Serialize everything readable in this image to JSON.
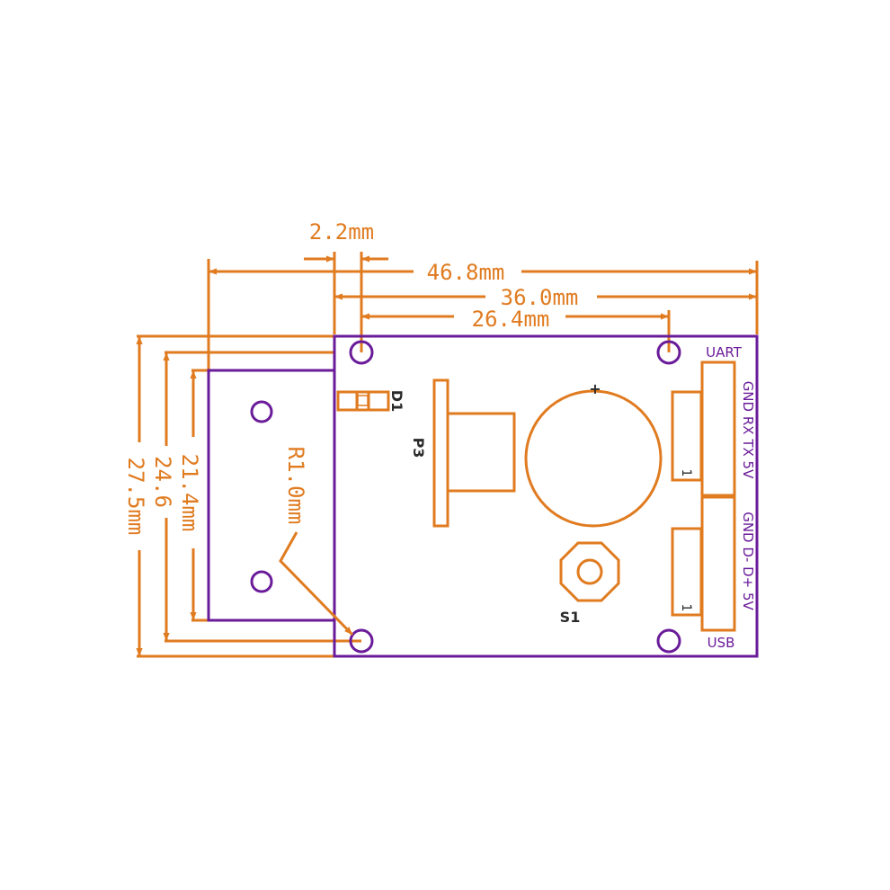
{
  "colors": {
    "dimension": "#e07b20",
    "outline": "#6a1b9a",
    "component": "#e07b20",
    "text_dark": "#2a2a2a"
  },
  "dimensions": {
    "d_2_2": "2.2mm",
    "d_46_8": "46.8mm",
    "d_36_0": "36.0mm",
    "d_26_4": "26.4mm",
    "d_27_5": "27.5mm",
    "d_24_6": "24.6",
    "d_21_4": "21.4mm",
    "d_r1": "R1.0mm"
  },
  "labels": {
    "d1": "D1",
    "p3": "P3",
    "s1": "S1",
    "uart": "UART",
    "usb": "USB",
    "uart_pins": "GND RX TX 5V",
    "usb_pins": "GND D- D+ 5V",
    "pin1_uart": "1",
    "pin1_usb": "1",
    "plus": "+"
  },
  "icons": {
    "mounting_hole": "circle-icon",
    "button": "octagon-icon",
    "arrow": "arrowhead-icon"
  }
}
